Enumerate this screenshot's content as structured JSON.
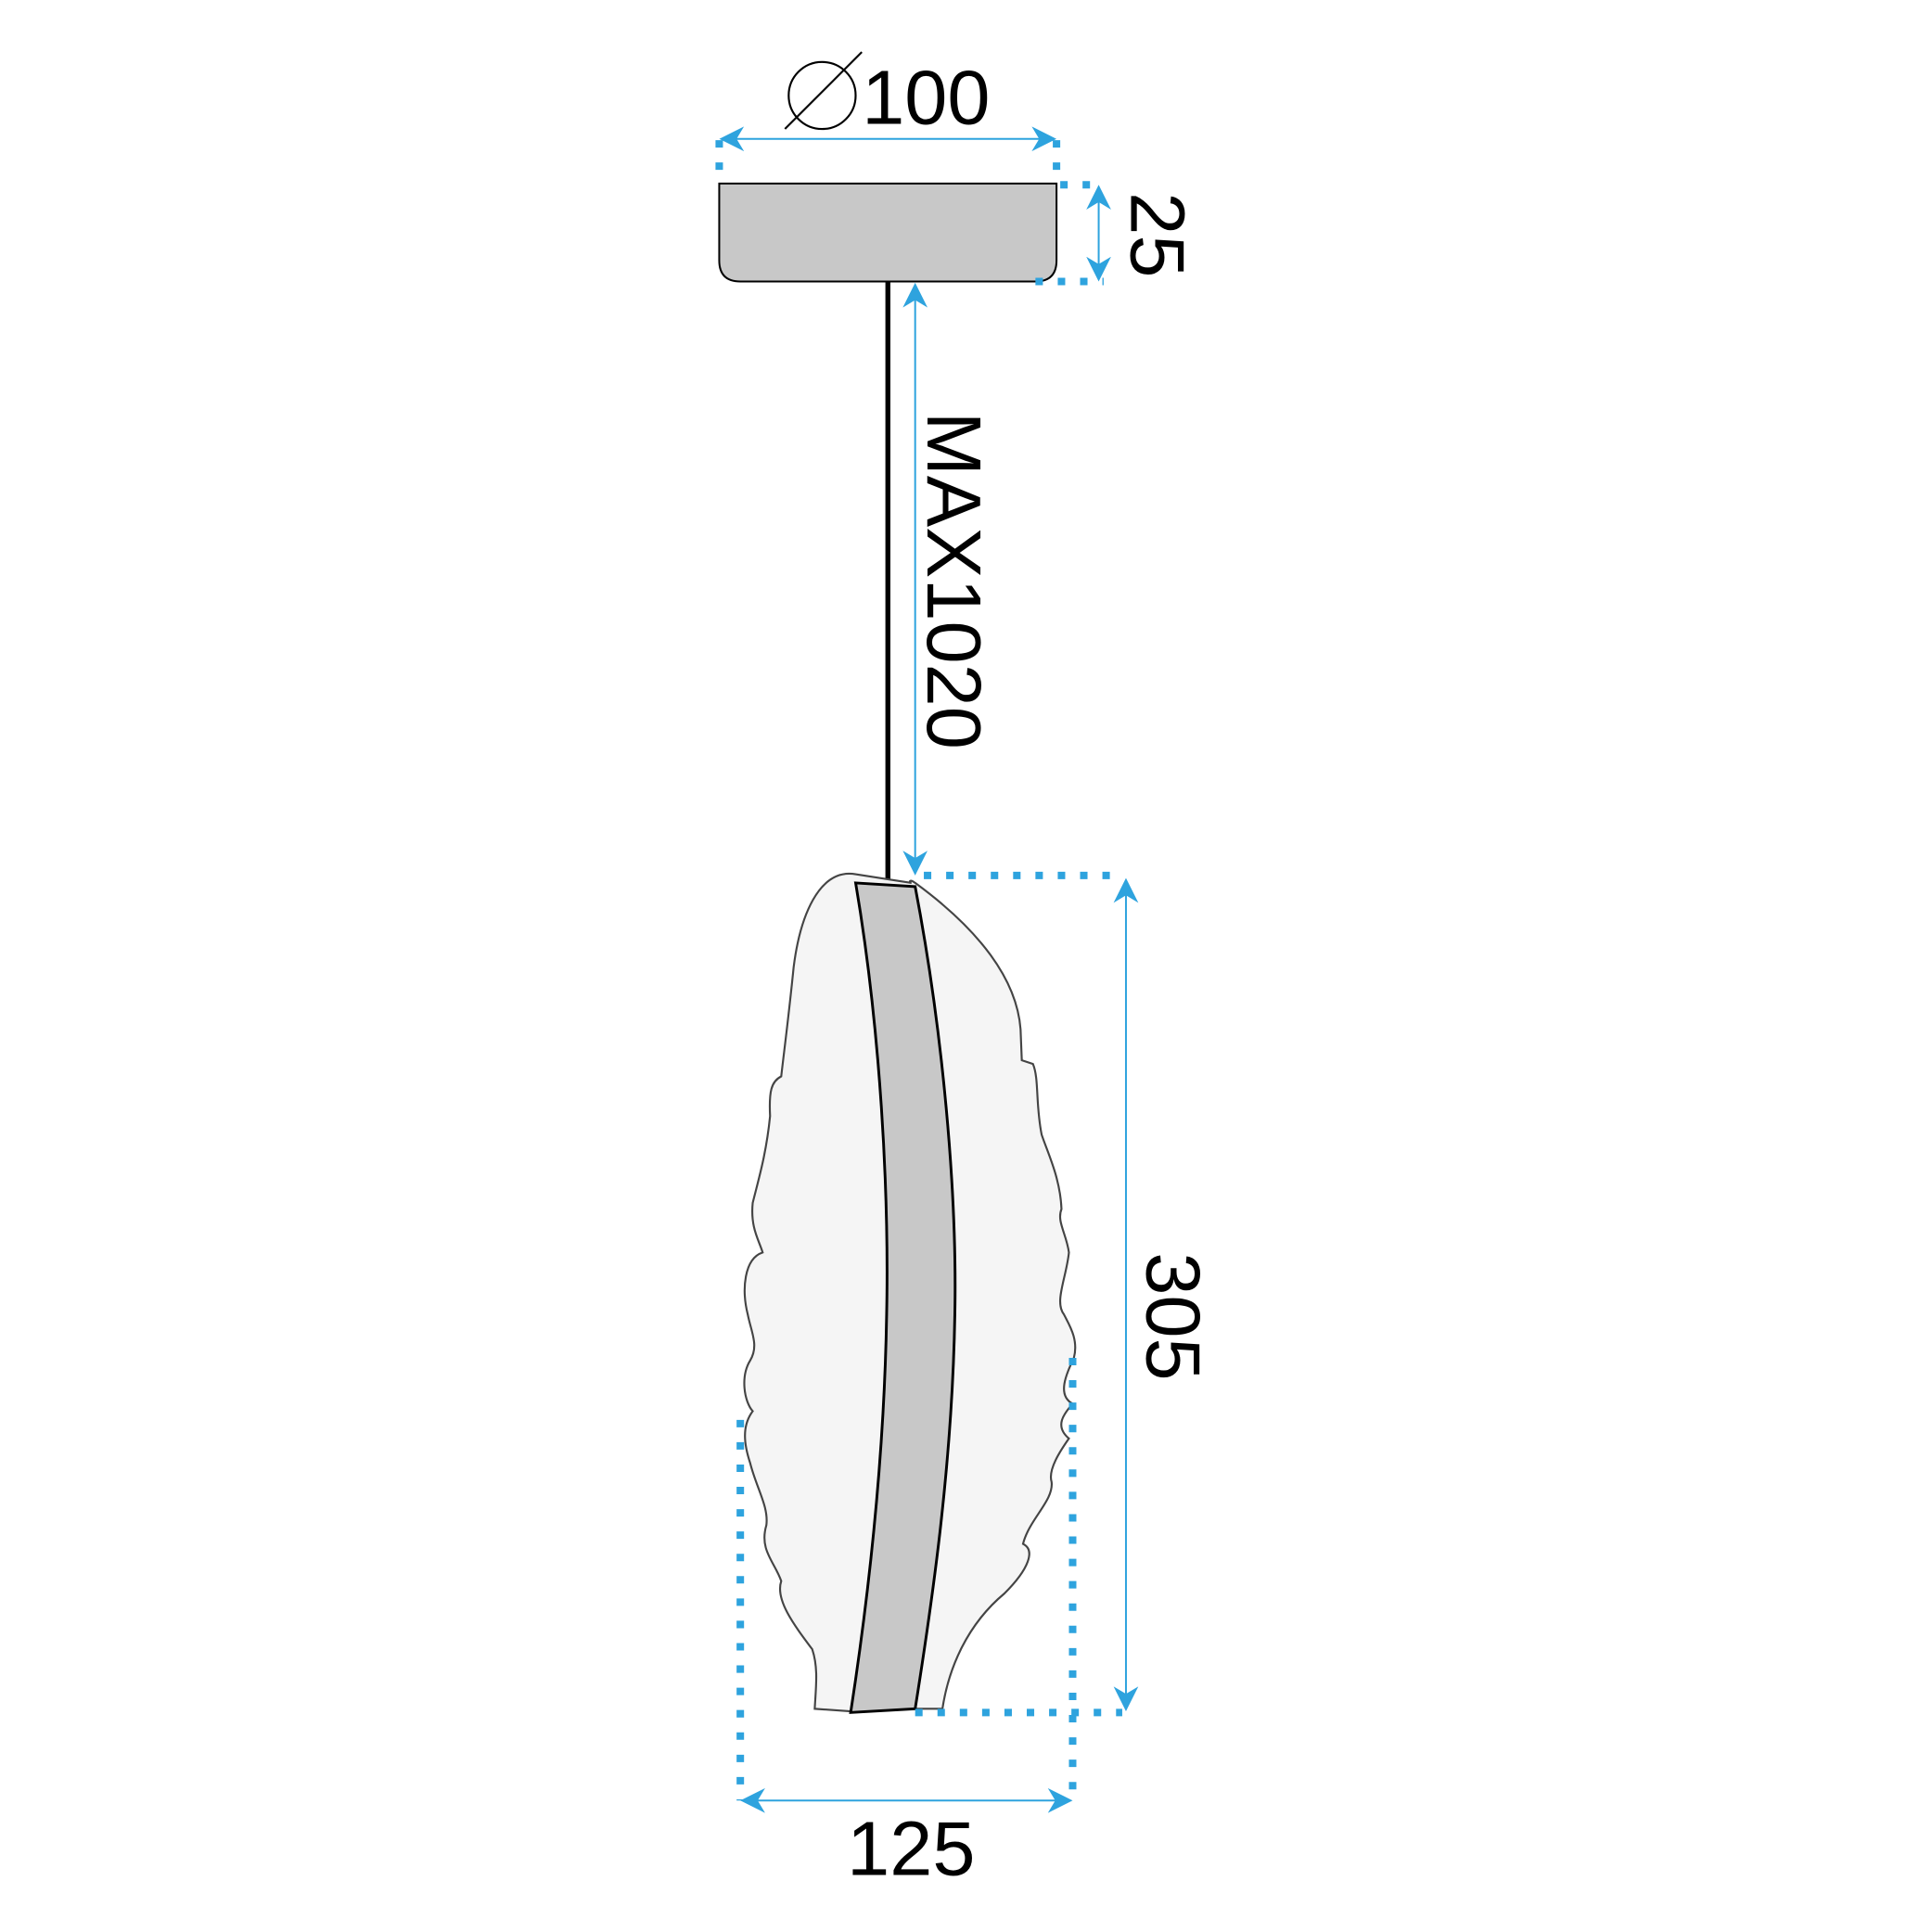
{
  "diagram": {
    "subject": "Pendant lamp dimension drawing",
    "colors": {
      "dimension_line": "#2ea3de",
      "canopy_fill": "#c8c8c8",
      "shade_fill": "#f5f5f5",
      "band_fill": "#c8c8c8",
      "outline": "#000000",
      "text": "#000000"
    },
    "dimensions": {
      "canopy_diameter": {
        "symbol": "∅",
        "value": "100"
      },
      "canopy_height": {
        "value": "25"
      },
      "cable_length": {
        "value": "MAX1020"
      },
      "shade_height": {
        "value": "305"
      },
      "shade_width": {
        "value": "125"
      }
    }
  }
}
